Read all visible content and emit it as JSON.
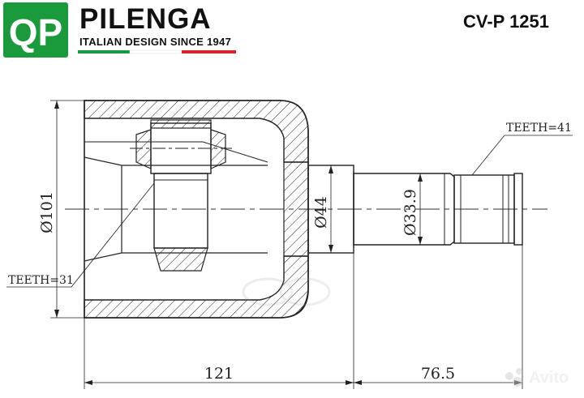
{
  "header": {
    "logo_letters": "QP",
    "brand": "PILENGA",
    "tagline": "ITALIAN DESIGN SINCE 1947",
    "part_number": "CV-P 1251",
    "brand_color": "#1a9a3a",
    "flag_colors": [
      "#1a9a3a",
      "#ffffff",
      "#d9232a"
    ]
  },
  "drawing": {
    "diameters": {
      "housing": "Ø101",
      "neck": "Ø44",
      "shaft": "Ø33.9"
    },
    "lengths": {
      "body": "121",
      "shaft": "76.5"
    },
    "notes": {
      "inner_teeth": "TEETH=31",
      "outer_teeth": "TEETH=41"
    }
  },
  "watermarks": {
    "marketplace": "Avito"
  }
}
